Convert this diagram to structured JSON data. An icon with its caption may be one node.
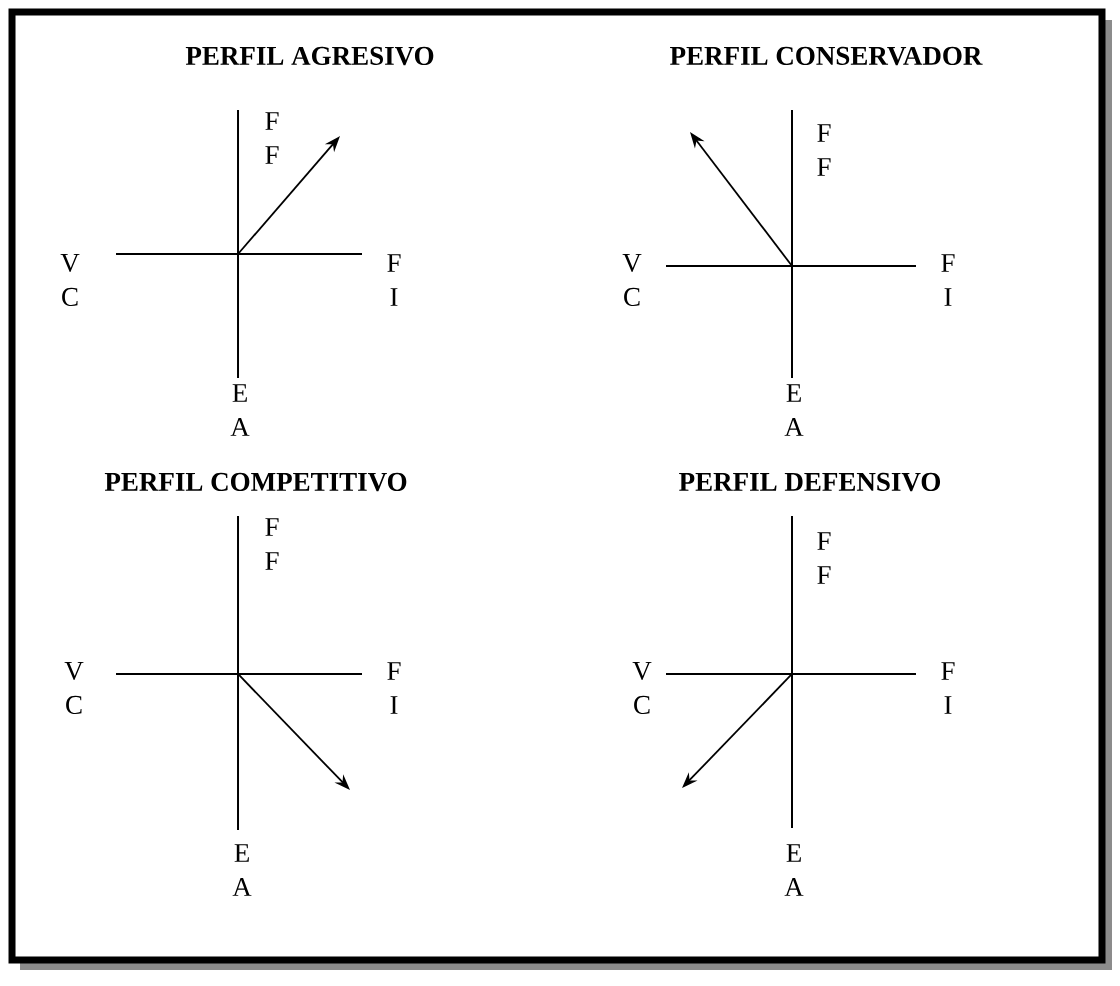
{
  "diagram": {
    "labels": [
      "PERFIL AGRESIVO",
      "F F",
      "V C",
      "F I",
      "E A",
      "PERFIL CONSERVADOR",
      "F F",
      "V C",
      "F I",
      "E A",
      "PERFIL COMPETITIVO",
      "F F",
      "V C",
      "F I",
      "E A",
      "PERFIL DEFENSIVO",
      "F F",
      "V C",
      "F I",
      "E A"
    ]
  }
}
